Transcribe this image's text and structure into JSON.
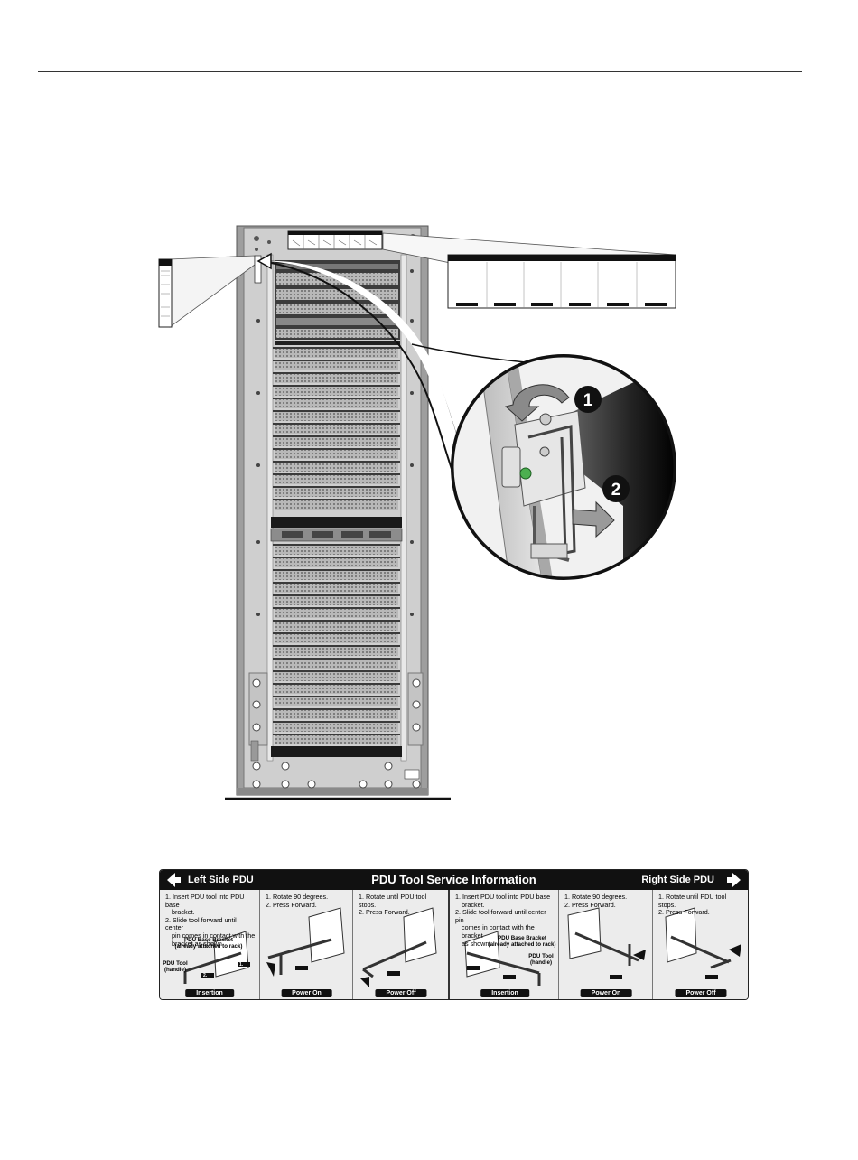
{
  "label": {
    "left_side": "Left Side PDU",
    "title": "PDU Tool Service Information",
    "right_side": "Right Side PDU",
    "panels": [
      {
        "steps": [
          "1. Insert PDU tool into PDU base",
          "bracket.",
          "2. Slide tool forward until center",
          "pin comes in contact with the",
          "bracket as shown."
        ],
        "callouts": [
          "PDU Base Bracket",
          "(already attached to rack)",
          "PDU Tool",
          "(handle)"
        ],
        "badge": "Insertion"
      },
      {
        "steps": [
          "1. Rotate 90 degrees.",
          "2. Press Forward."
        ],
        "badge": "Power On"
      },
      {
        "steps": [
          "1. Rotate until PDU tool stops.",
          "2. Press Forward."
        ],
        "badge": "Power Off"
      },
      {
        "steps": [
          "1. Insert PDU tool into PDU base",
          "bracket.",
          "2. Slide tool forward until center pin",
          "comes in contact with the bracket",
          "as shown."
        ],
        "callouts": [
          "PDU Base Bracket",
          "(already attached to rack)",
          "PDU Tool",
          "(handle)"
        ],
        "badge": "Insertion"
      },
      {
        "steps": [
          "1. Rotate 90 degrees.",
          "2. Press Forward."
        ],
        "badge": "Power On"
      },
      {
        "steps": [
          "1. Rotate until PDU tool stops.",
          "2. Press Forward."
        ],
        "badge": "Power Off"
      }
    ]
  },
  "callouts": {
    "step1": "1",
    "step2": "2"
  },
  "arrow_marks": [
    "1.",
    "2."
  ],
  "colors": {
    "ink": "#111111",
    "panel_bg": "#ececec",
    "rack_face": "#d0d0d0",
    "pin_green": "#4caf50"
  }
}
